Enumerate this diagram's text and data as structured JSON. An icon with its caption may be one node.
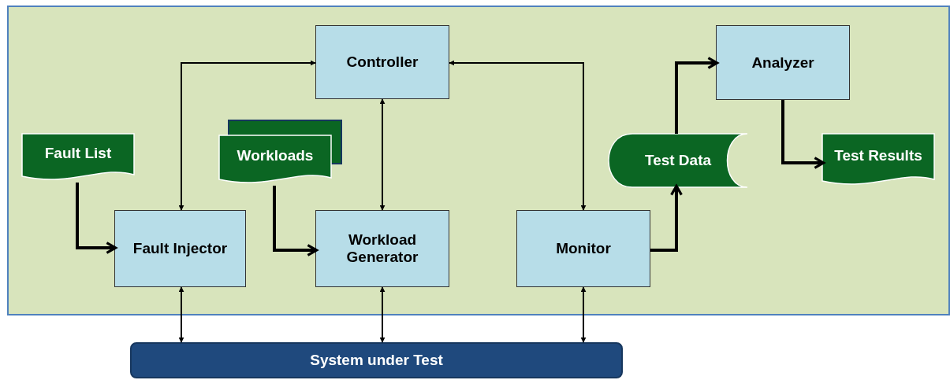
{
  "diagram": {
    "nodes": [
      {
        "text": [
          "Controller"
        ]
      },
      {
        "text": [
          "Analyzer"
        ]
      },
      {
        "text": [
          "Fault List"
        ]
      },
      {
        "text": [
          "Workloads"
        ]
      },
      {
        "text": [
          "Test Data"
        ]
      },
      {
        "text": [
          "Test Results"
        ]
      },
      {
        "text": [
          "Fault Injector"
        ]
      },
      {
        "text": [
          "Workload Generator"
        ]
      },
      {
        "text": [
          "Monitor"
        ]
      },
      {
        "text": [
          "System under Test"
        ]
      }
    ],
    "edges": [
      {
        "from": 0,
        "to": 6,
        "arrow": "both"
      },
      {
        "from": 0,
        "to": 7,
        "arrow": "both"
      },
      {
        "from": 0,
        "to": 8,
        "arrow": "both"
      },
      {
        "from": 2,
        "to": 6,
        "arrow": "to",
        "style": "thick"
      },
      {
        "from": 3,
        "to": 7,
        "arrow": "to",
        "style": "thick"
      },
      {
        "from": 8,
        "to": 4,
        "arrow": "to",
        "style": "thick"
      },
      {
        "from": 4,
        "to": 1,
        "arrow": "to",
        "style": "thick"
      },
      {
        "from": 1,
        "to": 5,
        "arrow": "to",
        "style": "thick"
      },
      {
        "from": 6,
        "to": 9,
        "arrow": "both"
      },
      {
        "from": 7,
        "to": 9,
        "arrow": "both"
      },
      {
        "from": 8,
        "to": 9,
        "arrow": "both"
      }
    ]
  }
}
